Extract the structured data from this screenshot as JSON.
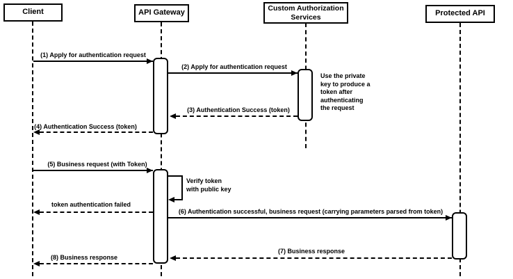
{
  "diagram_type": "uml-sequence-diagram",
  "colors": {
    "stroke": "#000000",
    "background": "#ffffff"
  },
  "participants": [
    {
      "name": "Client"
    },
    {
      "name": "API Gateway"
    },
    {
      "name": "Custom Authorization Services"
    },
    {
      "name": "Protected API"
    }
  ],
  "messages": [
    {
      "label": "(1) Apply for authentication request",
      "from": "Client",
      "to": "API Gateway",
      "line": "solid"
    },
    {
      "label": "(2) Apply for authentication request",
      "from": "API Gateway",
      "to": "Custom Authorization Services",
      "line": "solid"
    },
    {
      "label": "(3) Authentication Success (token)",
      "from": "Custom Authorization Services",
      "to": "API Gateway",
      "line": "dashed"
    },
    {
      "label": "(4) Authentication Success (token)",
      "from": "API Gateway",
      "to": "Client",
      "line": "dashed"
    },
    {
      "label": "(5) Business request (with Token)",
      "from": "Client",
      "to": "API Gateway",
      "line": "solid"
    },
    {
      "label": "token authentication failed",
      "from": "API Gateway",
      "to": "Client",
      "line": "dashed"
    },
    {
      "label": "(6) Authentication successful, business request (carrying parameters parsed from token)",
      "from": "API Gateway",
      "to": "Protected API",
      "line": "solid"
    },
    {
      "label": "(7) Business response",
      "from": "Protected API",
      "to": "API Gateway",
      "line": "dashed"
    },
    {
      "label": "(8) Business response",
      "from": "API Gateway",
      "to": "Client",
      "line": "dashed"
    }
  ],
  "self_message": {
    "label": "Verify token\nwith public key",
    "on": "API Gateway"
  },
  "notes": [
    {
      "label": "Use the private\nkey to produce a\ntoken after\nauthenticating\nthe request",
      "near": "Custom Authorization Services"
    }
  ]
}
